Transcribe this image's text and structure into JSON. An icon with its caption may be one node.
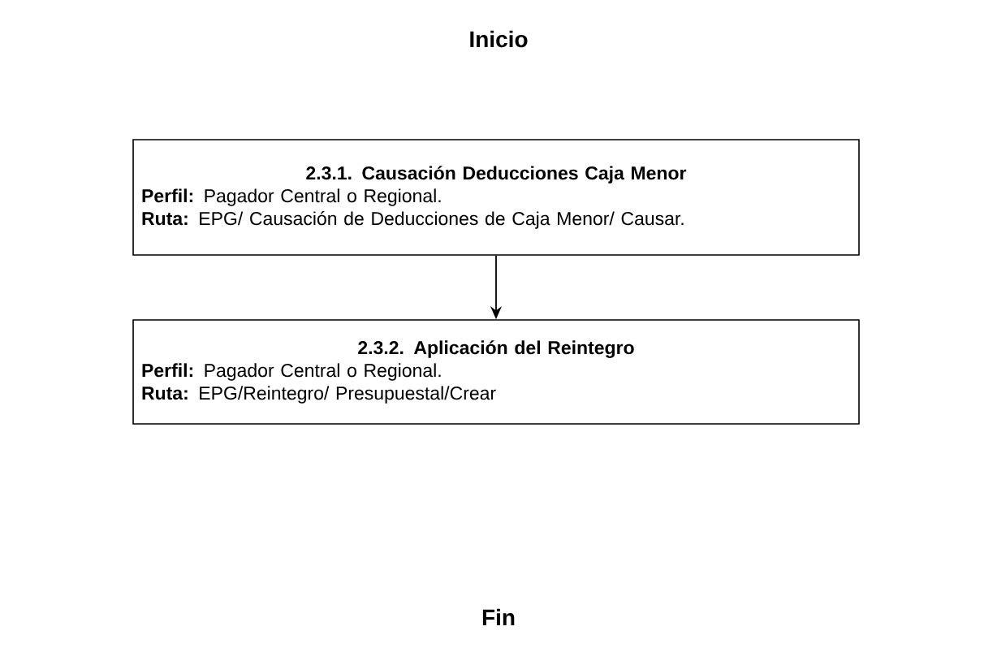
{
  "diagram": {
    "nodes": [
      {
        "text": [
          "2.3.1. Causación Deducciones Caja Menor",
          "**Perfil:** Pagador Central o Regional.",
          "**Ruta:** EPG/ Causación de Deducciones de Caja Menor/ Causar."
        ]
      },
      {
        "text": [
          "2.3.2. Aplicación del Reintegro",
          "**Perfil:** Pagador Central o Regional.",
          "**Ruta:** EPG/Reintegro/ Presupuestal/Crear"
        ]
      }
    ],
    "edges": [
      {
        "from": 0,
        "to": 1,
        "arrow": "to"
      }
    ],
    "labels": [
      "Inicio",
      "Fin"
    ]
  }
}
